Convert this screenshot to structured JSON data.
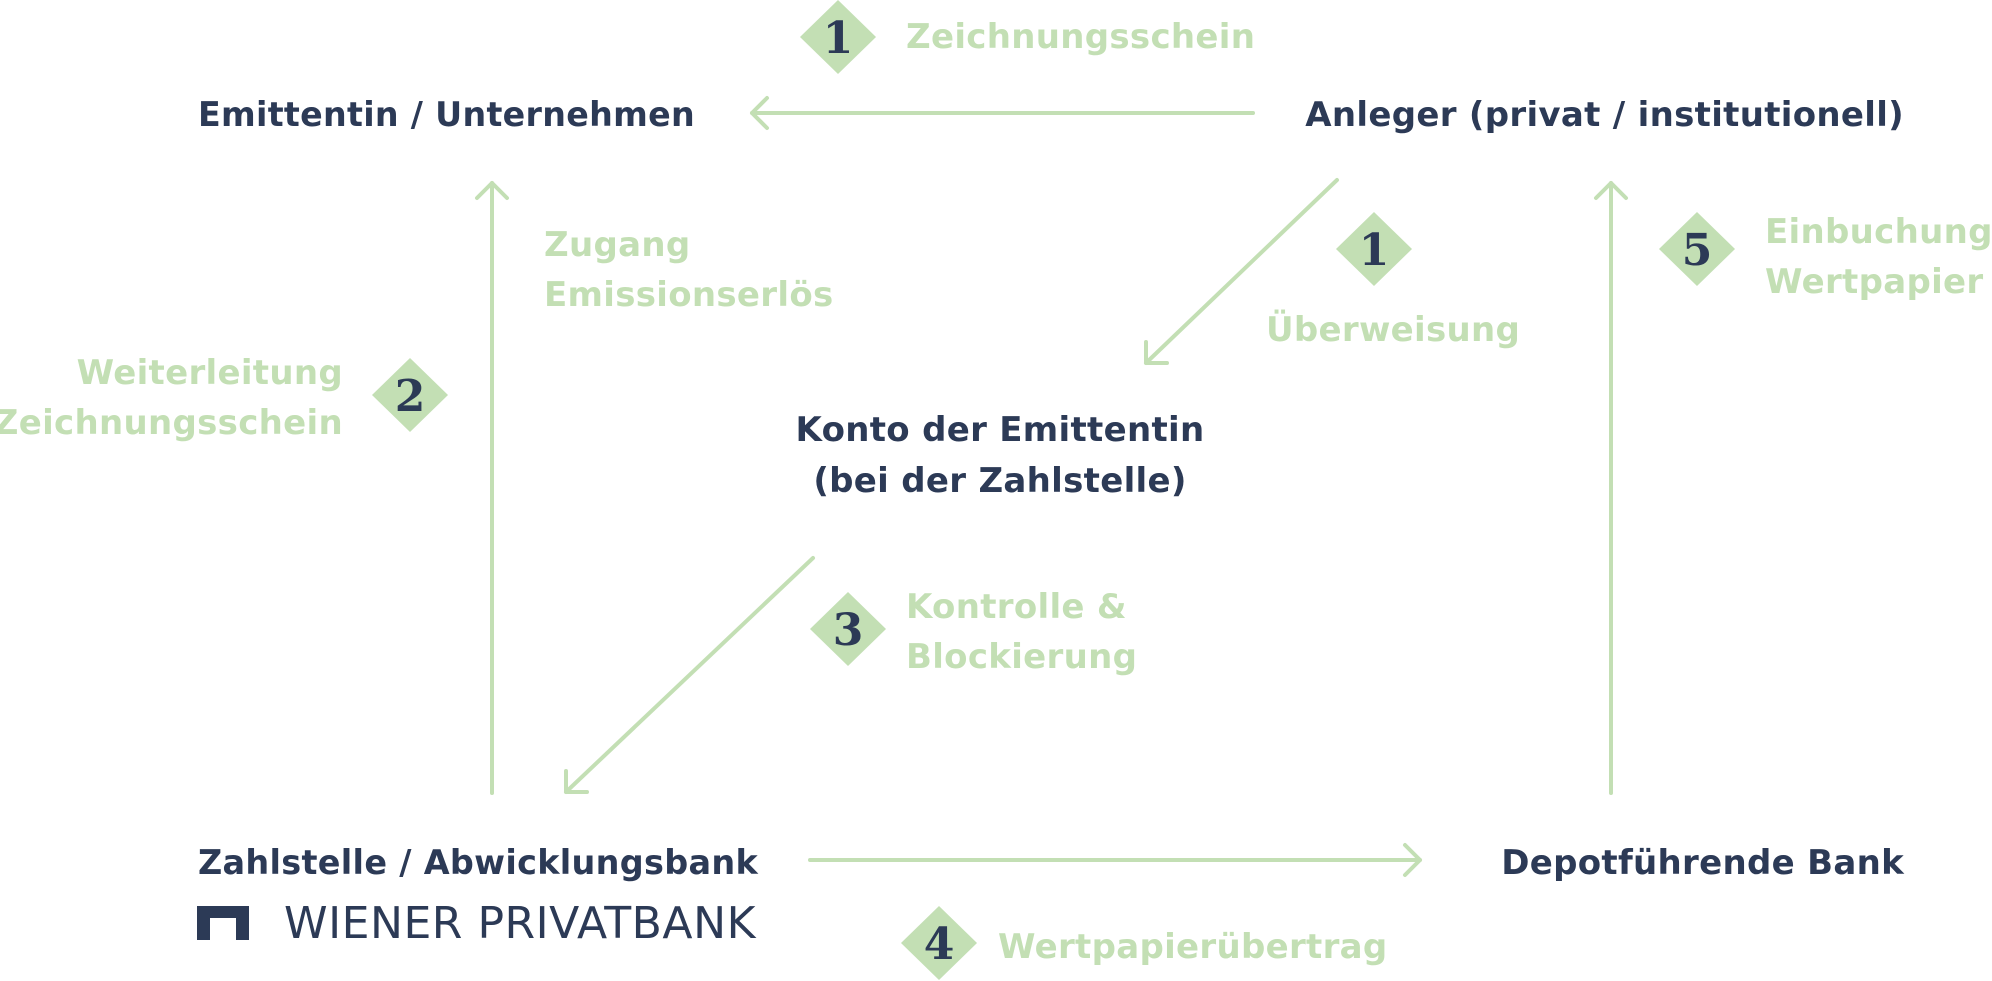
{
  "colors": {
    "node_text": "#2c3a56",
    "flow_accent": "#c3dfb4",
    "background": "#ffffff"
  },
  "nodes": {
    "emittentin": "Emittentin / Unternehmen",
    "anleger": "Anleger (privat / institutionell)",
    "konto_line1": "Konto der Emittentin",
    "konto_line2": "(bei der Zahlstelle)",
    "zahlstelle": "Zahlstelle / Abwicklungsbank",
    "depotbank": "Depotführende Bank"
  },
  "steps": {
    "zeichnungsschein": {
      "number": "1",
      "label": "Zeichnungsschein"
    },
    "ueberweisung": {
      "number": "1",
      "label": "Überweisung"
    },
    "weiterleitung": {
      "number": "2",
      "label_line1": "Weiterleitung",
      "label_line2": "Zeichnungsschein"
    },
    "kontrolle": {
      "number": "3",
      "label_line1": "Kontrolle &",
      "label_line2": "Blockierung"
    },
    "wertpapieruebertrag": {
      "number": "4",
      "label": "Wertpapierübertrag"
    },
    "einbuchung": {
      "number": "5",
      "label_line1": "Einbuchung",
      "label_line2": "Wertpapier"
    },
    "zugang": {
      "label_line1": "Zugang",
      "label_line2": "Emissionserlös"
    }
  },
  "logo": {
    "text": "WIENER PRIVATBANK",
    "icon": "building-mark-icon"
  }
}
